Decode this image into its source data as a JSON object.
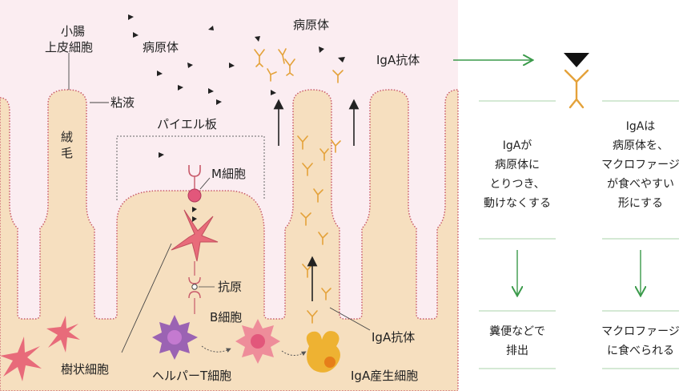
{
  "colors": {
    "lumen_bg": "#fbedf1",
    "tissue": "#f6dfbf",
    "tissue_edge": "#c85a6a",
    "antibody": "#e4a23a",
    "dendritic": "#e86b7a",
    "helper_t": "#9b63b3",
    "b_cell": "#ee8d9a",
    "iga_cell": "#eeb232",
    "arrow_green": "#3a9a4a",
    "rule": "#a9d3a9"
  },
  "labels": {
    "epithelium_line1": "小腸",
    "epithelium_line2": "上皮細胞",
    "villus": "絨毛",
    "mucus": "粘液",
    "pathogen_left": "病原体",
    "pathogen_top": "病原体",
    "peyer": "パイエル板",
    "m_cell": "M細胞",
    "antigen": "抗原",
    "b_cell": "B細胞",
    "dendritic": "樹状細胞",
    "helper_t": "ヘルパーT細胞",
    "iga_cell": "IgA産生細胞",
    "iga_antibody_top": "IgA抗体",
    "iga_antibody_bottom": "IgA抗体"
  },
  "panel": {
    "left_text": [
      "IgAが",
      "病原体に",
      "とりつき、",
      "動けなくする"
    ],
    "right_text": [
      "IgAは",
      "病原体を、",
      "マクロファージ",
      "が食べやすい",
      "形にする"
    ],
    "left_result": [
      "糞便などで",
      "排出"
    ],
    "right_result": [
      "マクロファージ",
      "に食べられる"
    ]
  }
}
